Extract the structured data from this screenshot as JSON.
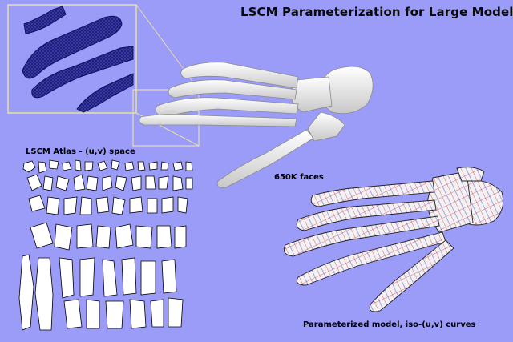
{
  "title": "LSCM Parameterization for Large Models",
  "atlas_title": "LSCM Atlas - (u,v) space",
  "faces_label": "650K faces",
  "caption": "Parameterized model, iso-(u,v) curves",
  "colors": {
    "background": "#9a9cf8",
    "inset_border": "#e8e0a0",
    "bone": "#efefef",
    "mesh": "#1a1a6a",
    "iso_curves": "#d04060"
  }
}
